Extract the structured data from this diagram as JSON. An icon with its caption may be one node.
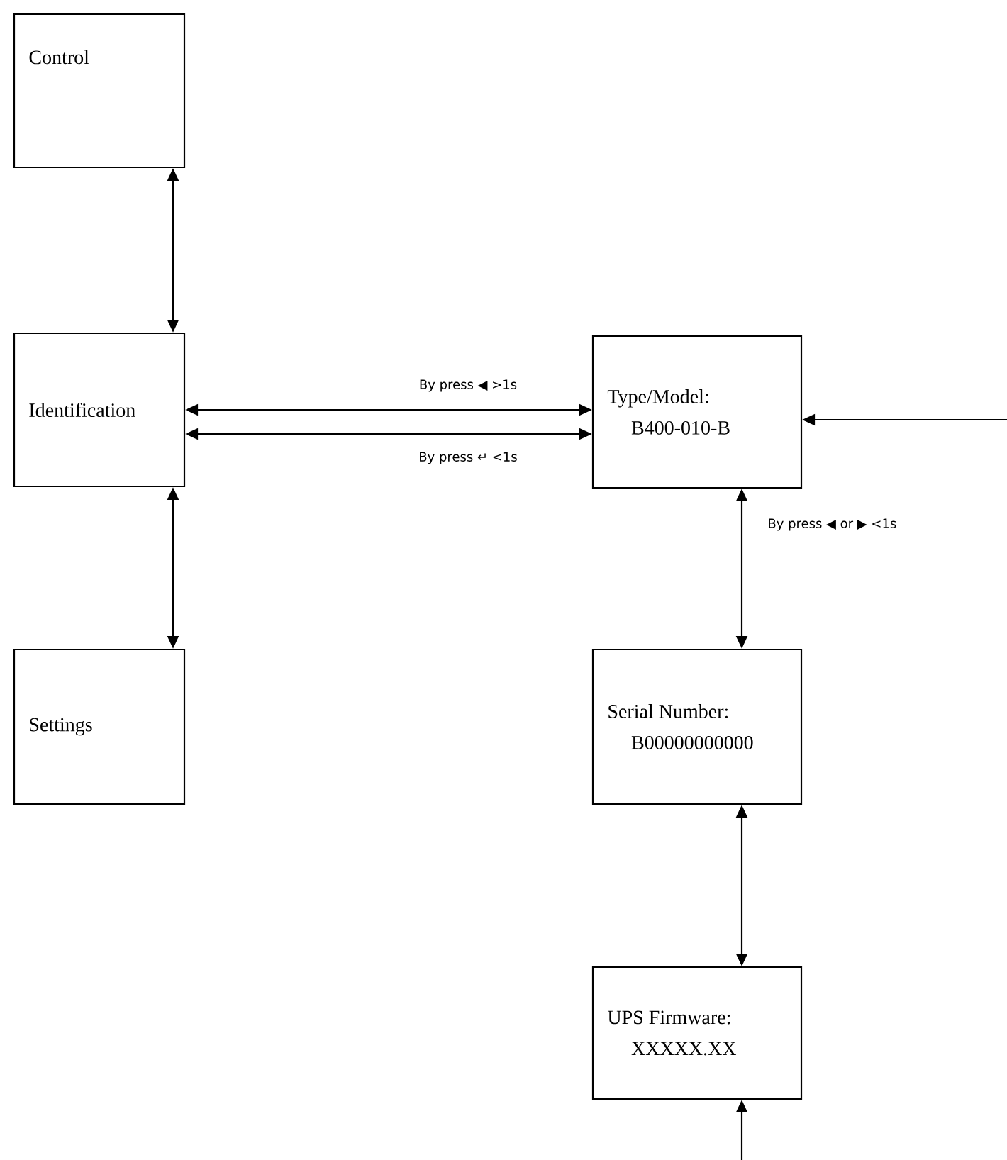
{
  "diagram": {
    "nodes": [
      {
        "text": [
          "Control"
        ]
      },
      {
        "text": [
          "Identification"
        ]
      },
      {
        "text": [
          "Settings"
        ]
      },
      {
        "text": [
          "Type/Model:",
          "B400-010-B"
        ]
      },
      {
        "text": [
          "Serial Number:",
          "B00000000000"
        ]
      },
      {
        "text": [
          "UPS Firmware:",
          "XXXXX.XX"
        ]
      }
    ],
    "edges": [
      {
        "from": 0,
        "to": 1,
        "arrow": "both"
      },
      {
        "from": 1,
        "to": 2,
        "arrow": "both"
      },
      {
        "from": 1,
        "to": 3,
        "arrow": "both",
        "label": "By press ◀ >1s"
      },
      {
        "from": 3,
        "to": 1,
        "arrow": "both",
        "label": "By press ↵ <1s"
      },
      {
        "from": 3,
        "to": 4,
        "arrow": "both",
        "label": "By press ◀ or ▶ <1s"
      },
      {
        "from": 4,
        "to": 5,
        "arrow": "both"
      },
      {
        "from": null,
        "to": 3,
        "arrow": "to"
      },
      {
        "from": null,
        "to": 5,
        "arrow": "to"
      }
    ]
  }
}
